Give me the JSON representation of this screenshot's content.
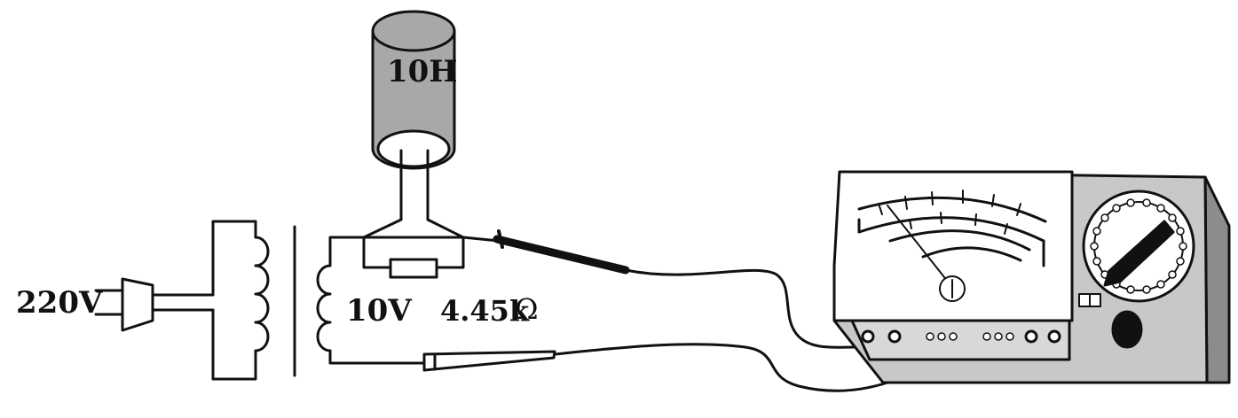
{
  "diagram": {
    "labels": {
      "supply_voltage": "220V",
      "inductor_value": "10H",
      "secondary_voltage": "10V",
      "resistance_value": "4.45k",
      "ohm_symbol": "Ω"
    },
    "colors": {
      "line": "#111111",
      "inductor_body": "#a8a8a8",
      "meter_body": "#c8c8c8",
      "meter_face": "#ffffff",
      "probe": "#111111"
    }
  }
}
